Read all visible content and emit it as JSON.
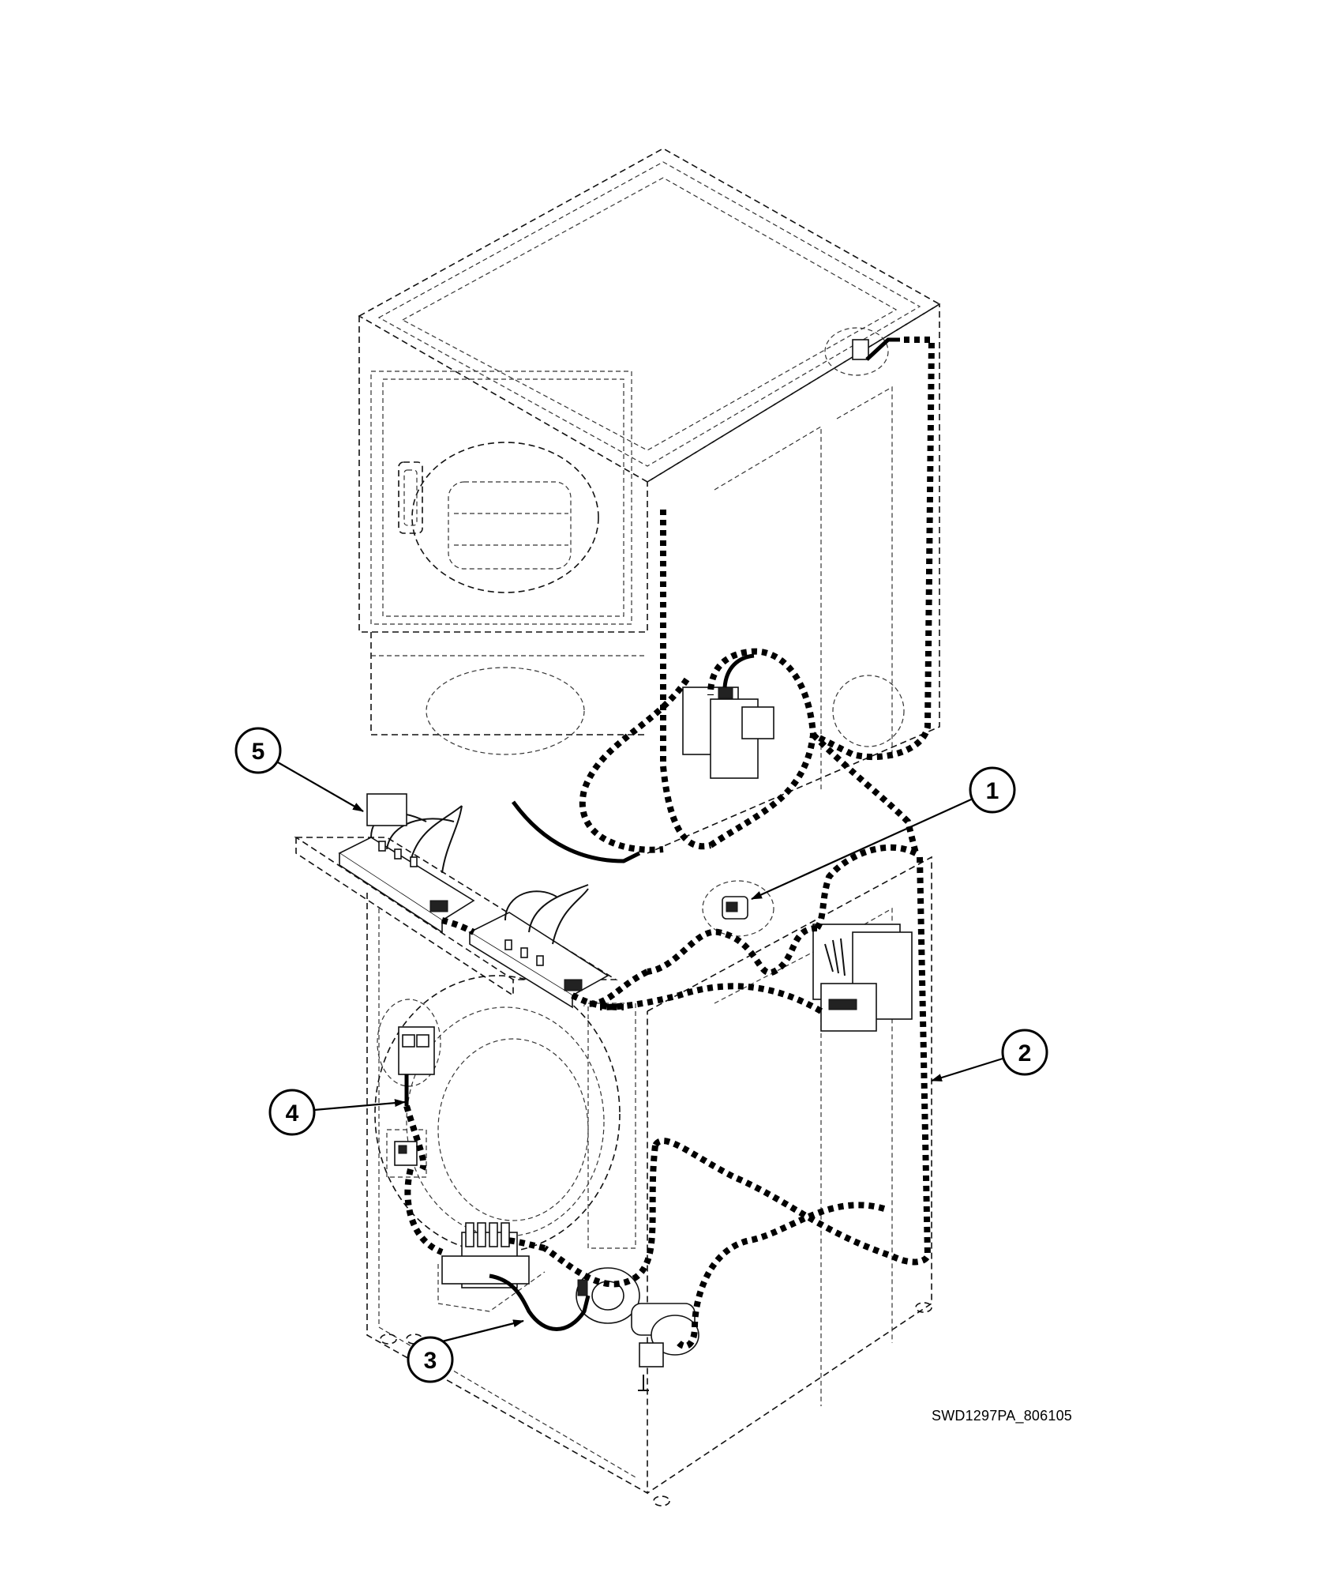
{
  "callouts": [
    {
      "number": "1"
    },
    {
      "number": "2"
    },
    {
      "number": "3"
    },
    {
      "number": "4"
    },
    {
      "number": "5"
    }
  ],
  "drawing_id": "SWD1297PA_806105"
}
